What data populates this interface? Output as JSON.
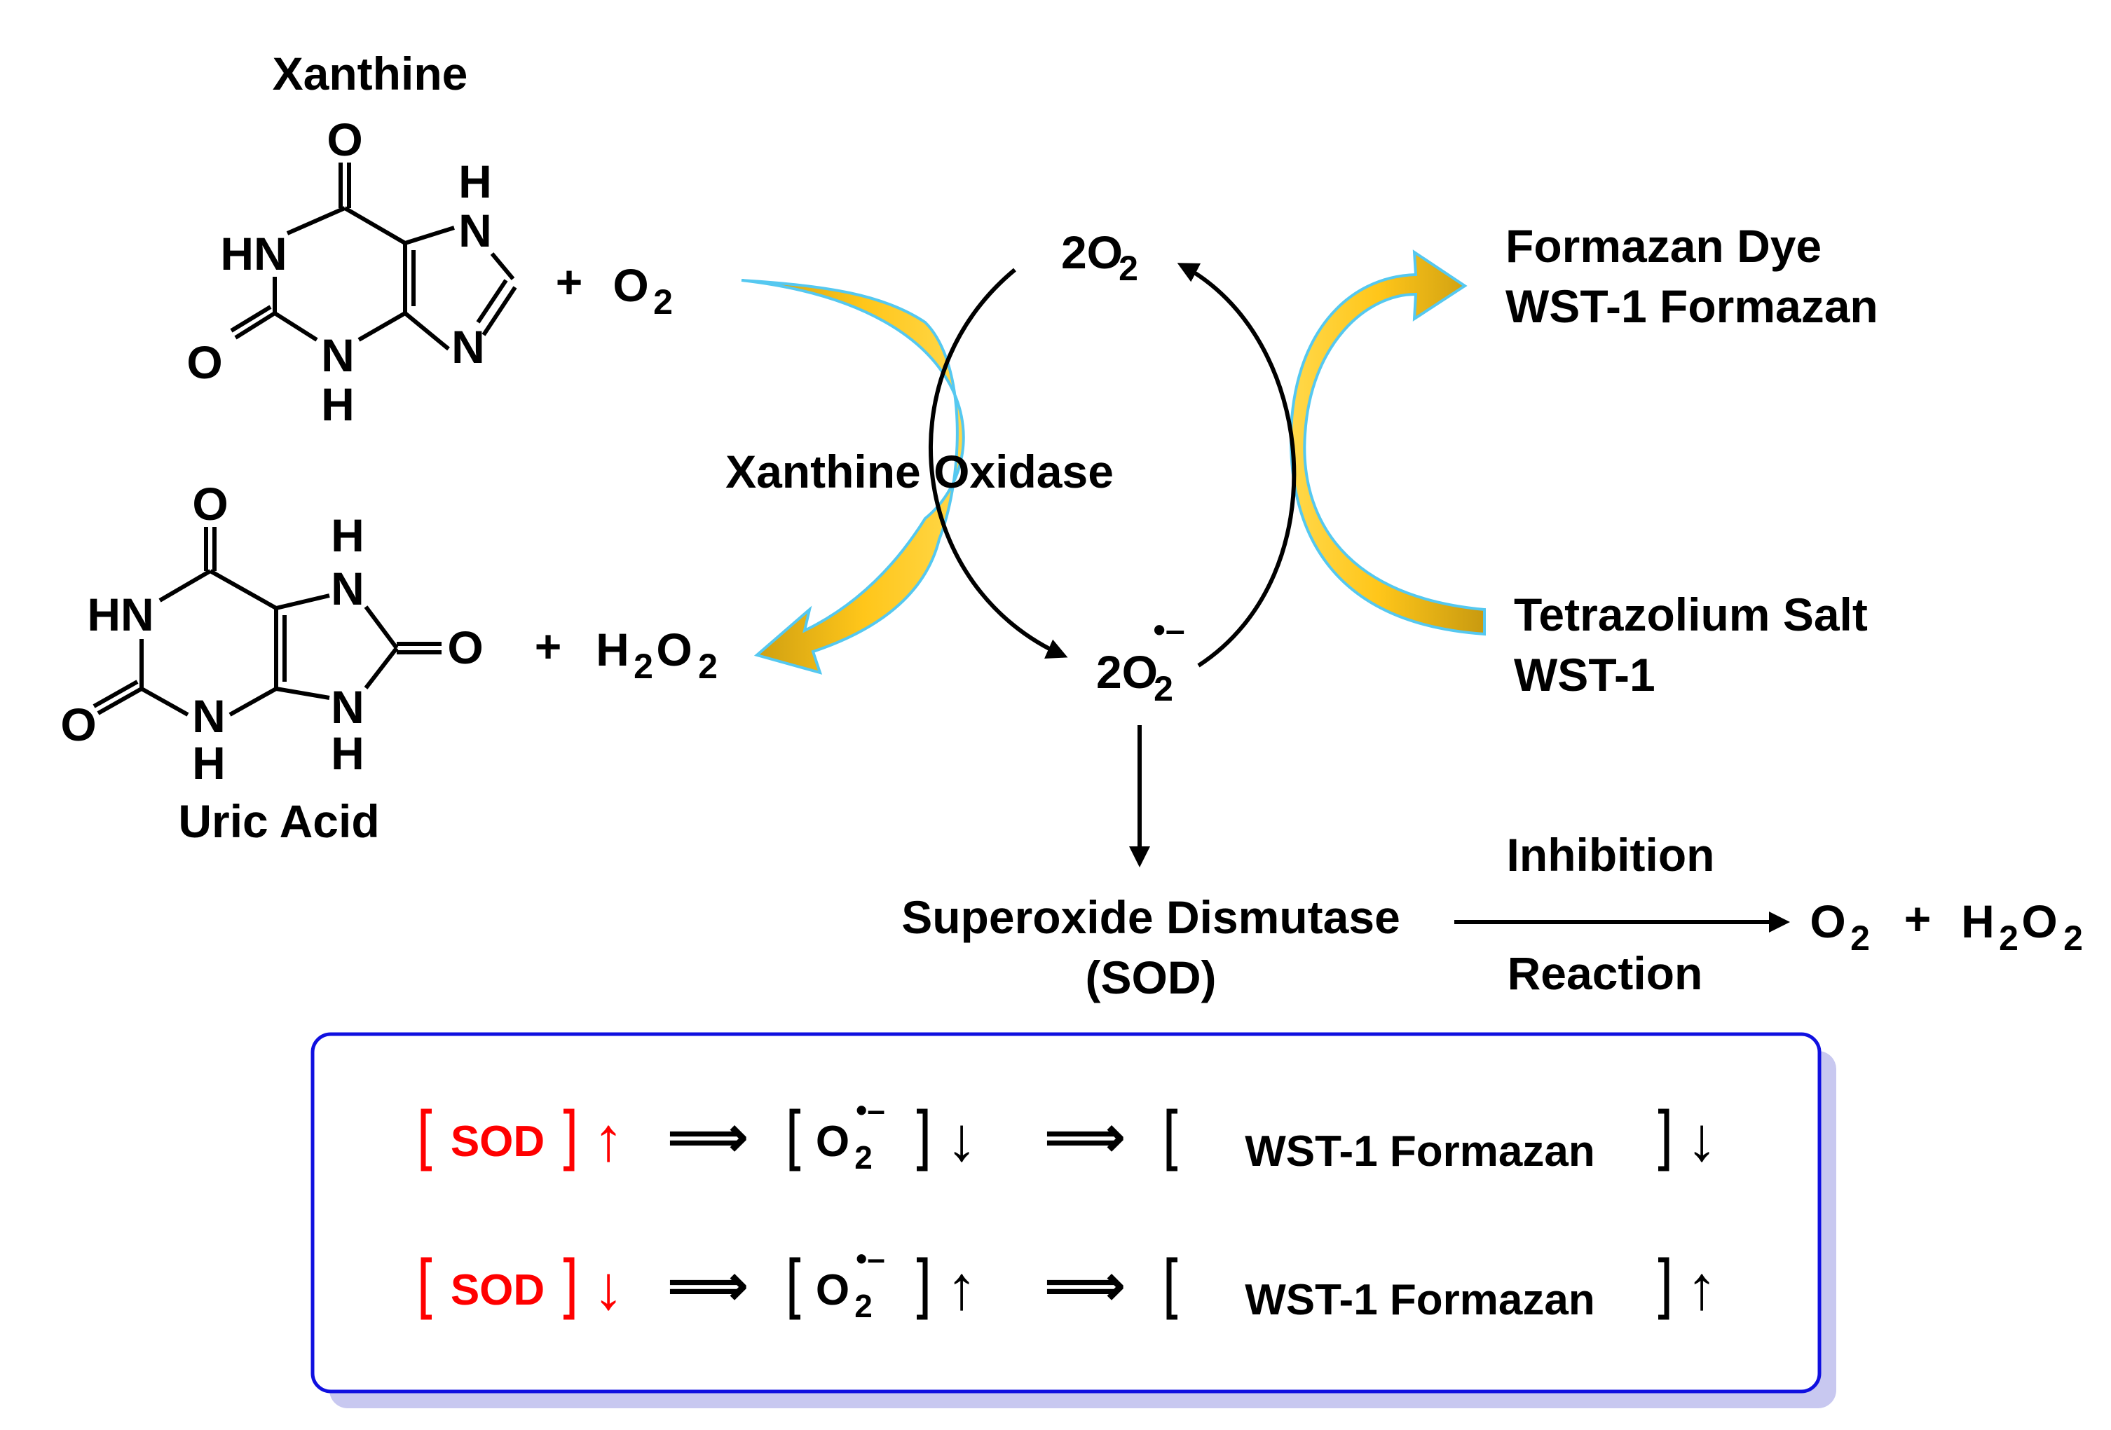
{
  "colors": {
    "ink": "#000000",
    "accent_red": "#ff0000",
    "box_border": "#1010e0",
    "box_shadow": "#c8c8f0",
    "arrow_gold": "#c89a10",
    "arrow_yellow": "#ffc61a",
    "arrow_glow": "#55c8f0"
  },
  "structures": {
    "xanthine": {
      "name": "Xanthine",
      "atoms": {
        "o_top": "O",
        "n7": "N",
        "h7": "H",
        "hn1": "HN",
        "o2": "O",
        "n3": "N",
        "h3": "H",
        "n9": "N"
      }
    },
    "uric_acid": {
      "name": "Uric Acid",
      "atoms": {
        "o_top": "O",
        "hn1": "HN",
        "o2": "O",
        "n3": "N",
        "h3": "H",
        "n7": "N",
        "h7": "H",
        "n9": "N",
        "h9": "H",
        "o8": "O"
      }
    }
  },
  "reagents": {
    "plus_o2": {
      "plus": "+",
      "base": "O",
      "sub": "2"
    },
    "plus_h2o2": {
      "plus": "+",
      "h": "H",
      "sub1": "2",
      "o": "O",
      "sub2": "2"
    }
  },
  "enzyme_label": "Xanthine Oxidase",
  "cycle": {
    "top": {
      "coef": "2O",
      "sub": "2"
    },
    "bottom": {
      "coef": "2O",
      "sub": "2",
      "sup": "•–"
    }
  },
  "formazan": {
    "line1": "Formazan Dye",
    "line2": "WST-1 Formazan"
  },
  "tetrazolium": {
    "line1": "Tetrazolium Salt",
    "line2": "WST-1"
  },
  "sod": {
    "line1": "Superoxide Dismutase",
    "line2": "(SOD)"
  },
  "inhibition": {
    "above": "Inhibition",
    "below": "Reaction"
  },
  "products": {
    "o": "O",
    "sub1": "2",
    "plus": "+",
    "h": "H",
    "sub2": "2",
    "o2": "O",
    "sub3": "2"
  },
  "summary": {
    "rows": [
      {
        "sod": "SOD",
        "sod_arrow": "↑",
        "implies": "⟹",
        "o2_base": "O",
        "o2_sub": "2",
        "o2_sup": "•–",
        "o2_arrow": "↓",
        "implies2": "⟹",
        "wst": "WST-1 Formazan",
        "wst_arrow": "↓"
      },
      {
        "sod": "SOD",
        "sod_arrow": "↓",
        "implies": "⟹",
        "o2_base": "O",
        "o2_sub": "2",
        "o2_sup": "•–",
        "o2_arrow": "↑",
        "implies2": "⟹",
        "wst": "WST-1 Formazan",
        "wst_arrow": "↑"
      }
    ]
  }
}
